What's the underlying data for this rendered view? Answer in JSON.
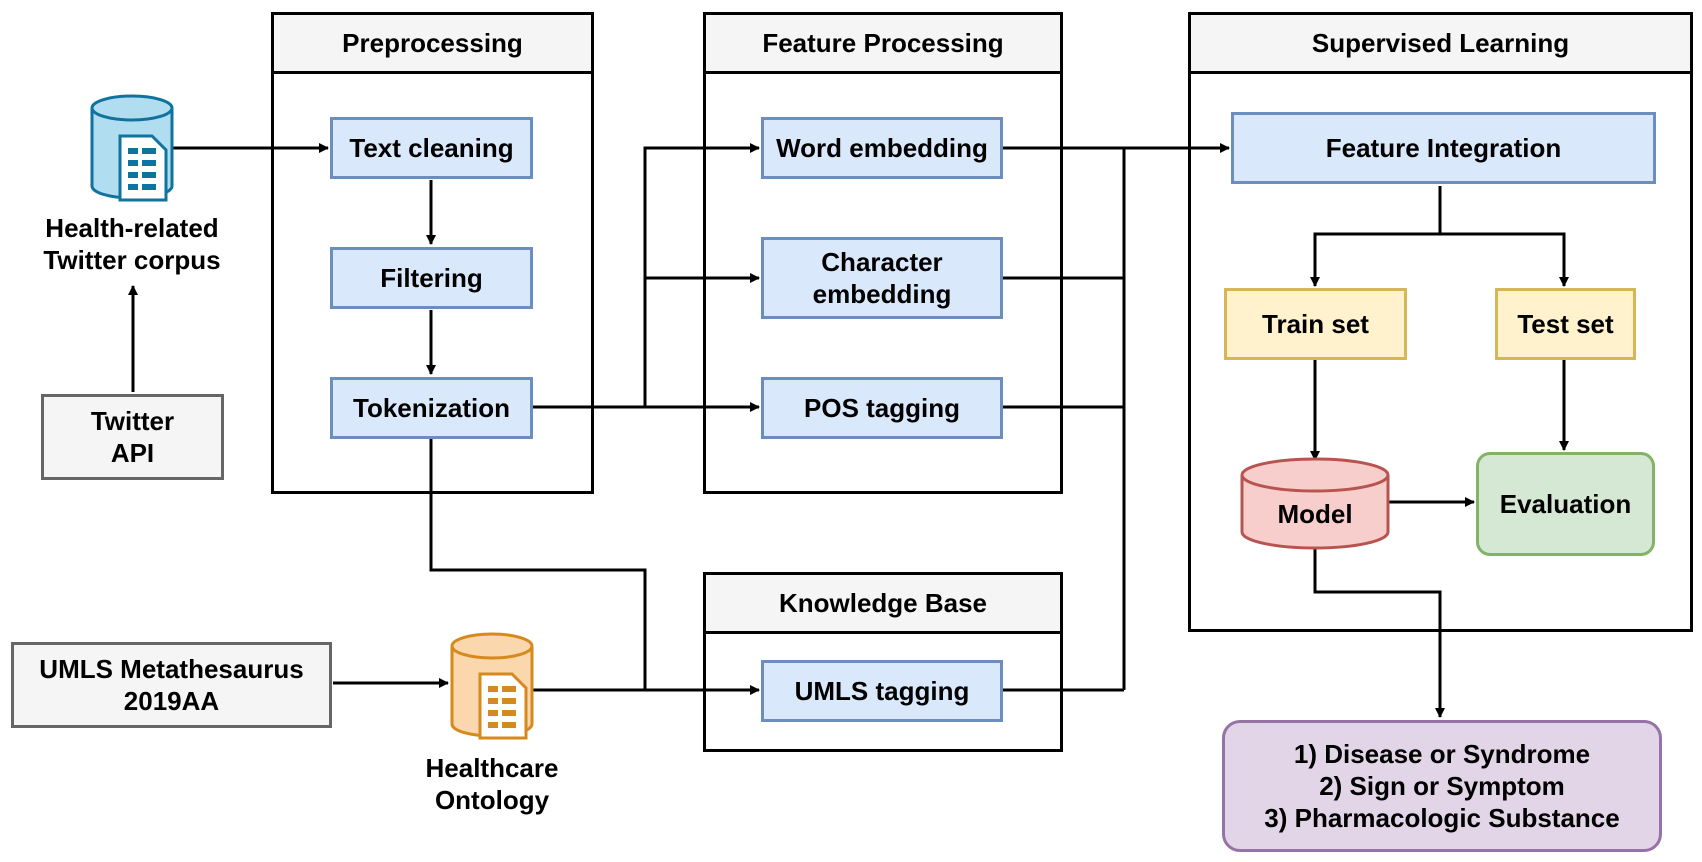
{
  "groups": {
    "preprocessing": "Preprocessing",
    "feature_processing": "Feature Processing",
    "supervised_learning": "Supervised Learning",
    "knowledge_base": "Knowledge Base"
  },
  "nodes": {
    "text_cleaning": "Text cleaning",
    "filtering": "Filtering",
    "tokenization": "Tokenization",
    "word_embedding": "Word embedding",
    "character_embedding": "Character\nembedding",
    "pos_tagging": "POS tagging",
    "umls_tagging": "UMLS tagging",
    "feature_integration": "Feature Integration",
    "train_set": "Train set",
    "test_set": "Test set",
    "model": "Model",
    "evaluation": "Evaluation",
    "twitter_api": "Twitter\nAPI",
    "umls_metathesaurus": "UMLS Metathesaurus\n2019AA",
    "health_corpus": "Health-related\nTwitter corpus",
    "healthcare_ontology": "Healthcare\nOntology",
    "outputs": "1) Disease or Syndrome\n2) Sign or Symptom\n3) Pharmacologic Substance"
  },
  "icons": {
    "corpus_db": "database-document-icon",
    "ontology_db": "database-document-icon"
  },
  "colors": {
    "blue_fill": "#dae8fc",
    "blue_stroke": "#6c8ebf",
    "yellow_fill": "#fff2cc",
    "yellow_stroke": "#d6b656",
    "red_fill": "#f8cecc",
    "red_stroke": "#b85450",
    "green_fill": "#d5e8d4",
    "green_stroke": "#82b366",
    "purple_fill": "#e1d5e7",
    "purple_stroke": "#9673a6",
    "cyan_fill": "#b1ddf0",
    "cyan_stroke": "#10739e",
    "orange_fill": "#fad7ac",
    "orange_stroke": "#d68a1e"
  }
}
